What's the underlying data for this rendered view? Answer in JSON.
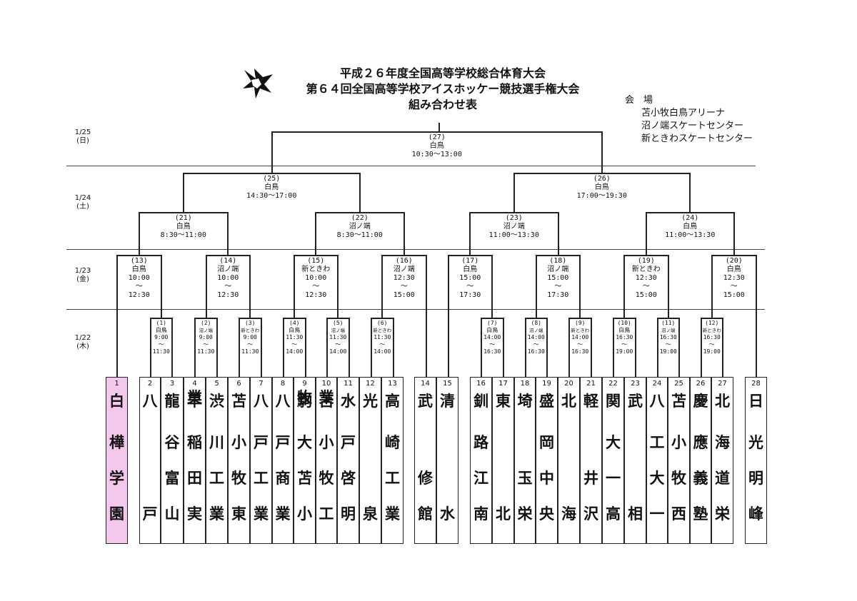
{
  "document": {
    "title_lines": [
      "平成２６年度全国高等学校総合体育大会",
      "第６４回全国高等学校アイスホッケー競技選手権大会",
      "組み合わせ表"
    ],
    "venue_heading": "会　場",
    "venues": [
      "苫小牧白鳥アリーナ",
      "沼ノ端スケートセンター",
      "新ときわスケートセンター"
    ],
    "days": [
      {
        "date": "1/25",
        "weekday": "(日)"
      },
      {
        "date": "1/24",
        "weekday": "(土)"
      },
      {
        "date": "1/23",
        "weekday": "(金)"
      },
      {
        "date": "1/22",
        "weekday": "(木)"
      }
    ]
  },
  "matches": [
    {
      "id": "(1)",
      "venue": "白鳥",
      "time": "9:00\n～\n11:30"
    },
    {
      "id": "(2)",
      "venue": "沼ノ端",
      "time": "9:00\n～\n11:30"
    },
    {
      "id": "(3)",
      "venue": "新ときわ",
      "time": "9:00\n～\n11:30"
    },
    {
      "id": "(4)",
      "venue": "白鳥",
      "time": "11:30\n～\n14:00"
    },
    {
      "id": "(5)",
      "venue": "沼ノ端",
      "time": "11:30\n～\n14:00"
    },
    {
      "id": "(6)",
      "venue": "新ときわ",
      "time": "11:30\n～\n14:00"
    },
    {
      "id": "(7)",
      "venue": "白鳥",
      "time": "14:00\n～\n16:30"
    },
    {
      "id": "(8)",
      "venue": "沼ノ端",
      "time": "14:00\n～\n16:30"
    },
    {
      "id": "(9)",
      "venue": "新ときわ",
      "time": "14:00\n～\n16:30"
    },
    {
      "id": "(10)",
      "venue": "白鳥",
      "time": "16:30\n～\n19:00"
    },
    {
      "id": "(11)",
      "venue": "沼ノ端",
      "time": "16:30\n～\n19:00"
    },
    {
      "id": "(12)",
      "venue": "新ときわ",
      "time": "16:30\n～\n19:00"
    },
    {
      "id": "(13)",
      "venue": "白鳥",
      "time": "10:00\n～\n12:30"
    },
    {
      "id": "(14)",
      "venue": "沼ノ端",
      "time": "10:00\n～\n12:30"
    },
    {
      "id": "(15)",
      "venue": "新ときわ",
      "time": "10:00\n～\n12:30"
    },
    {
      "id": "(16)",
      "venue": "沼ノ端",
      "time": "12:30\n～\n15:00"
    },
    {
      "id": "(17)",
      "venue": "白鳥",
      "time": "15:00\n～\n17:30"
    },
    {
      "id": "(18)",
      "venue": "沼ノ端",
      "time": "15:00\n～\n17:30"
    },
    {
      "id": "(19)",
      "venue": "新ときわ",
      "time": "12:30\n～\n15:00"
    },
    {
      "id": "(20)",
      "venue": "白鳥",
      "time": "12:30\n～\n15:00"
    },
    {
      "id": "(21)",
      "venue": "白鳥",
      "time": "8:30～11:00"
    },
    {
      "id": "(22)",
      "venue": "沼ノ端",
      "time": "8:30～11:00"
    },
    {
      "id": "(23)",
      "venue": "沼ノ端",
      "time": "11:00～13:30"
    },
    {
      "id": "(24)",
      "venue": "白鳥",
      "time": "11:00～13:30"
    },
    {
      "id": "(25)",
      "venue": "白鳥",
      "time": "14:30～17:00"
    },
    {
      "id": "(26)",
      "venue": "白鳥",
      "time": "17:00～19:30"
    },
    {
      "id": "(27)",
      "venue": "白鳥",
      "time": "10:30～13:00"
    }
  ],
  "teams": [
    {
      "num": "1",
      "name": "白樺学園"
    },
    {
      "num": "2",
      "name": "八戸"
    },
    {
      "num": "3",
      "name": "龍谷富山"
    },
    {
      "num": "4",
      "name": "早稲田実業"
    },
    {
      "num": "5",
      "name": "渋川工業"
    },
    {
      "num": "6",
      "name": "苫小牧東"
    },
    {
      "num": "7",
      "name": "八戸工業"
    },
    {
      "num": "8",
      "name": "八戸商業"
    },
    {
      "num": "9",
      "name": "駒大苫小牧"
    },
    {
      "num": "10",
      "name": "苫小牧工業"
    },
    {
      "num": "11",
      "name": "水戸啓明"
    },
    {
      "num": "12",
      "name": "光泉"
    },
    {
      "num": "13",
      "name": "高崎工業"
    },
    {
      "num": "14",
      "name": "武修館"
    },
    {
      "num": "15",
      "name": "清水"
    },
    {
      "num": "16",
      "name": "釧路江南"
    },
    {
      "num": "17",
      "name": "東北"
    },
    {
      "num": "18",
      "name": "埼玉栄"
    },
    {
      "num": "19",
      "name": "盛岡中央"
    },
    {
      "num": "20",
      "name": "北海"
    },
    {
      "num": "21",
      "name": "軽井沢"
    },
    {
      "num": "22",
      "name": "関大一高"
    },
    {
      "num": "23",
      "name": "武相"
    },
    {
      "num": "24",
      "name": "八工大一"
    },
    {
      "num": "25",
      "name": "苫小牧西"
    },
    {
      "num": "26",
      "name": "慶應義塾"
    },
    {
      "num": "27",
      "name": "北海道栄"
    },
    {
      "num": "28",
      "name": "日光明峰"
    }
  ]
}
